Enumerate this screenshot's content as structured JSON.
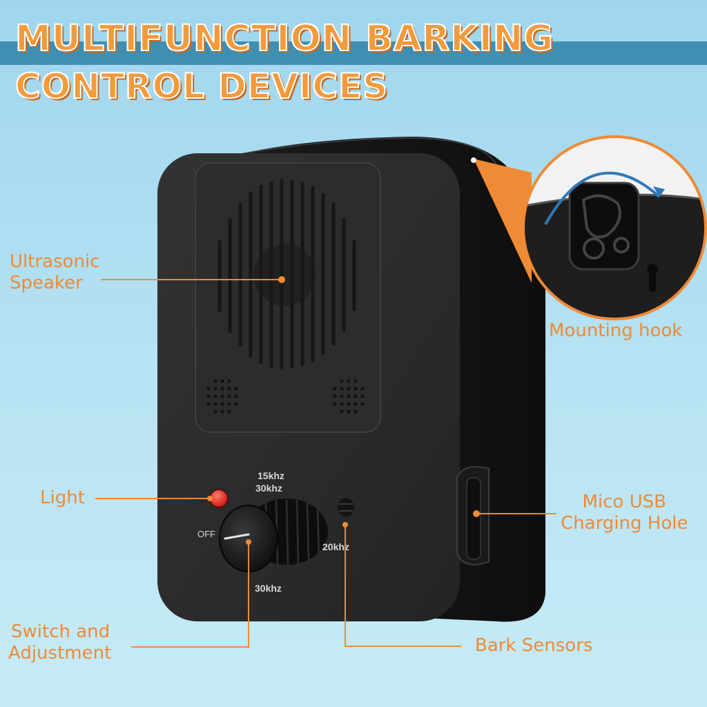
{
  "header": {
    "line1": "MULTIFUNCTION BARKING",
    "line2": "CONTROL DEVICES"
  },
  "callouts": {
    "ultrasonic_speaker": [
      "Ultrasonic",
      "Speaker"
    ],
    "light": "Light",
    "switch_adjustment": [
      "Switch and",
      "Adjustment"
    ],
    "bark_sensors": "Bark Sensors",
    "mounting_hook": "Mounting hook",
    "usb": [
      "Mico USB",
      "Charging Hole"
    ]
  },
  "dial": {
    "top_line1": "15khz",
    "top_line2": "30khz",
    "left": "OFF",
    "right": "20khz",
    "bottom": "30khz"
  },
  "colors": {
    "accent": "#ef8a35",
    "banner": "#3f8fb3",
    "device": "#262626",
    "indicator": "#e8231b"
  }
}
